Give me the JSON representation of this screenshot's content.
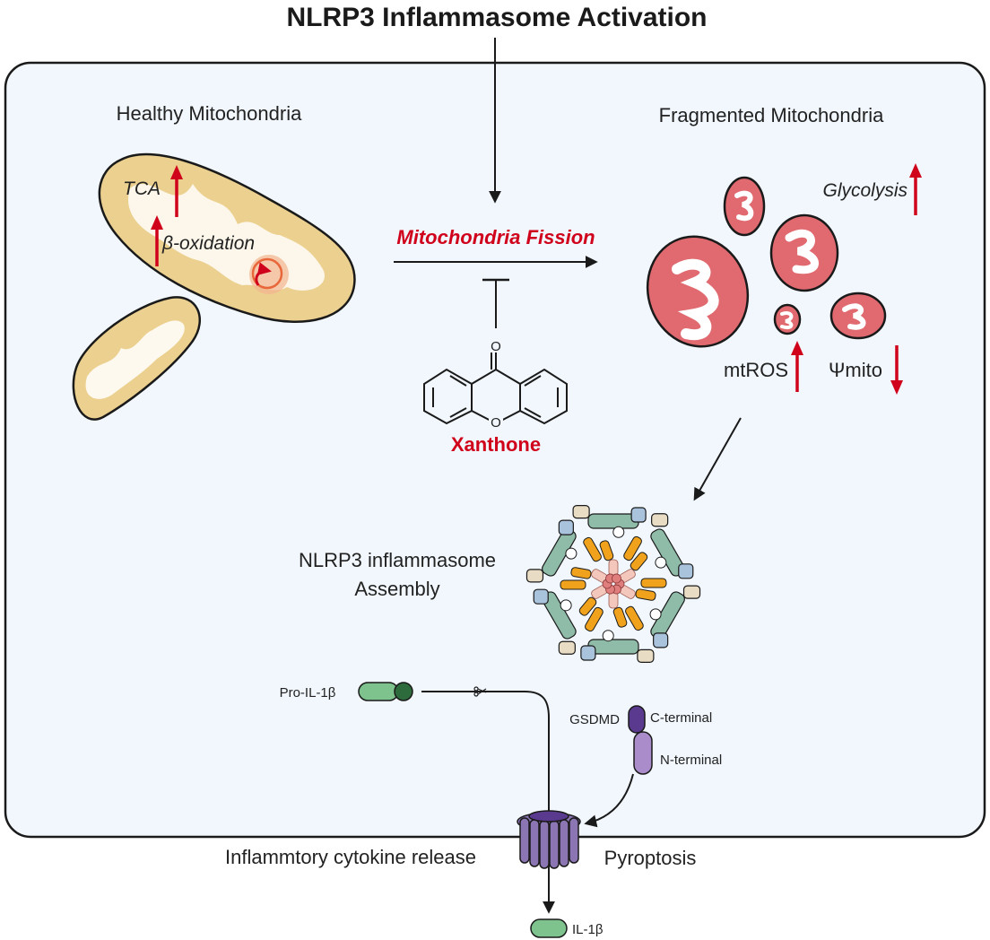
{
  "title": "NLRP3 Inflammasome Activation",
  "labels": {
    "healthy": "Healthy Mitochondria",
    "fragmented": "Fragmented Mitochondria",
    "tca": "TCA",
    "beta_oxidation": "β-oxidation",
    "fission": "Mitochondria Fission",
    "xanthone": "Xanthone",
    "xanthone_o": "O",
    "xanthone_ring_o": "O",
    "glycolysis": "Glycolysis",
    "mtros": "mtROS",
    "psimito": "Ψmito",
    "assembly_line1": "NLRP3 inflammasome",
    "assembly_line2": "Assembly",
    "pro_il1b": "Pro-IL-1β",
    "gsdmd": "GSDMD",
    "c_terminal": "C-terminal",
    "n_terminal": "N-terminal",
    "cytokine_release": "Inflammtory cytokine release",
    "pyroptosis": "Pyroptosis",
    "il1b": "IL-1β"
  },
  "colors": {
    "accent_red": "#d0021b",
    "cell_fill": "#f1f7fc",
    "healthy_mito": "#ecd08f",
    "fragmented_mito": "#e06a70",
    "pore": "#8b75b2",
    "il1b": "#7ec38d"
  }
}
